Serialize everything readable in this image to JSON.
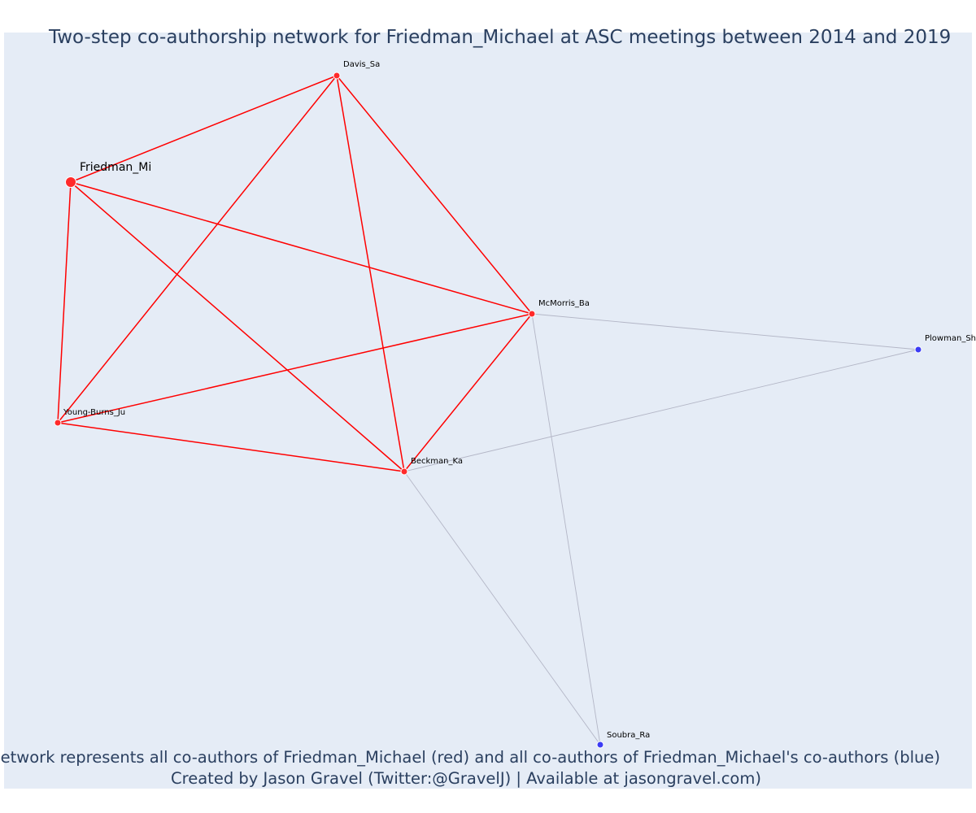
{
  "title": "Two-step co-authorship network for Friedman_Michael at ASC meetings between 2014 and 2019",
  "footer": {
    "line1": "Network represents all co-authors of Friedman_Michael (red) and all co-authors of Friedman_Michael's co-authors (blue)",
    "line2": "Created by Jason Gravel (Twitter:@GravelJ) | Available at jasongravel.com)"
  },
  "colors": {
    "background": "#e5ecf6",
    "text": "#2a3f5f",
    "primary_edge": "#ff0000",
    "secondary_edge": "#b3b6c6",
    "coauthor_node": "#ff2a2a",
    "second_step_node": "#3c3cf5"
  },
  "nodes": [
    {
      "id": "Friedman_Mi",
      "label": "Friedman_Mi",
      "group": "focal"
    },
    {
      "id": "Davis_Sa",
      "label": "Davis_Sa",
      "group": "coauthor"
    },
    {
      "id": "McMorris_Ba",
      "label": "McMorris_Ba",
      "group": "coauthor"
    },
    {
      "id": "Young-Burns_Ju",
      "label": "Young-Burns_Ju",
      "group": "coauthor"
    },
    {
      "id": "Beckman_Ka",
      "label": "Beckman_Ka",
      "group": "coauthor"
    },
    {
      "id": "Plowman_Sh",
      "label": "Plowman_Sh",
      "group": "second_step"
    },
    {
      "id": "Soubra_Ra",
      "label": "Soubra_Ra",
      "group": "second_step"
    }
  ],
  "edges": [
    {
      "source": "Friedman_Mi",
      "target": "Davis_Sa",
      "type": "primary"
    },
    {
      "source": "Friedman_Mi",
      "target": "McMorris_Ba",
      "type": "primary"
    },
    {
      "source": "Friedman_Mi",
      "target": "Young-Burns_Ju",
      "type": "primary"
    },
    {
      "source": "Friedman_Mi",
      "target": "Beckman_Ka",
      "type": "primary"
    },
    {
      "source": "Davis_Sa",
      "target": "Young-Burns_Ju",
      "type": "primary"
    },
    {
      "source": "Davis_Sa",
      "target": "Beckman_Ka",
      "type": "primary"
    },
    {
      "source": "Davis_Sa",
      "target": "McMorris_Ba",
      "type": "primary"
    },
    {
      "source": "McMorris_Ba",
      "target": "Young-Burns_Ju",
      "type": "primary"
    },
    {
      "source": "McMorris_Ba",
      "target": "Beckman_Ka",
      "type": "primary"
    },
    {
      "source": "Young-Burns_Ju",
      "target": "Beckman_Ka",
      "type": "primary"
    },
    {
      "source": "McMorris_Ba",
      "target": "Plowman_Sh",
      "type": "secondary"
    },
    {
      "source": "McMorris_Ba",
      "target": "Soubra_Ra",
      "type": "secondary"
    },
    {
      "source": "Beckman_Ka",
      "target": "Plowman_Sh",
      "type": "secondary"
    },
    {
      "source": "Beckman_Ka",
      "target": "Soubra_Ra",
      "type": "secondary"
    }
  ]
}
